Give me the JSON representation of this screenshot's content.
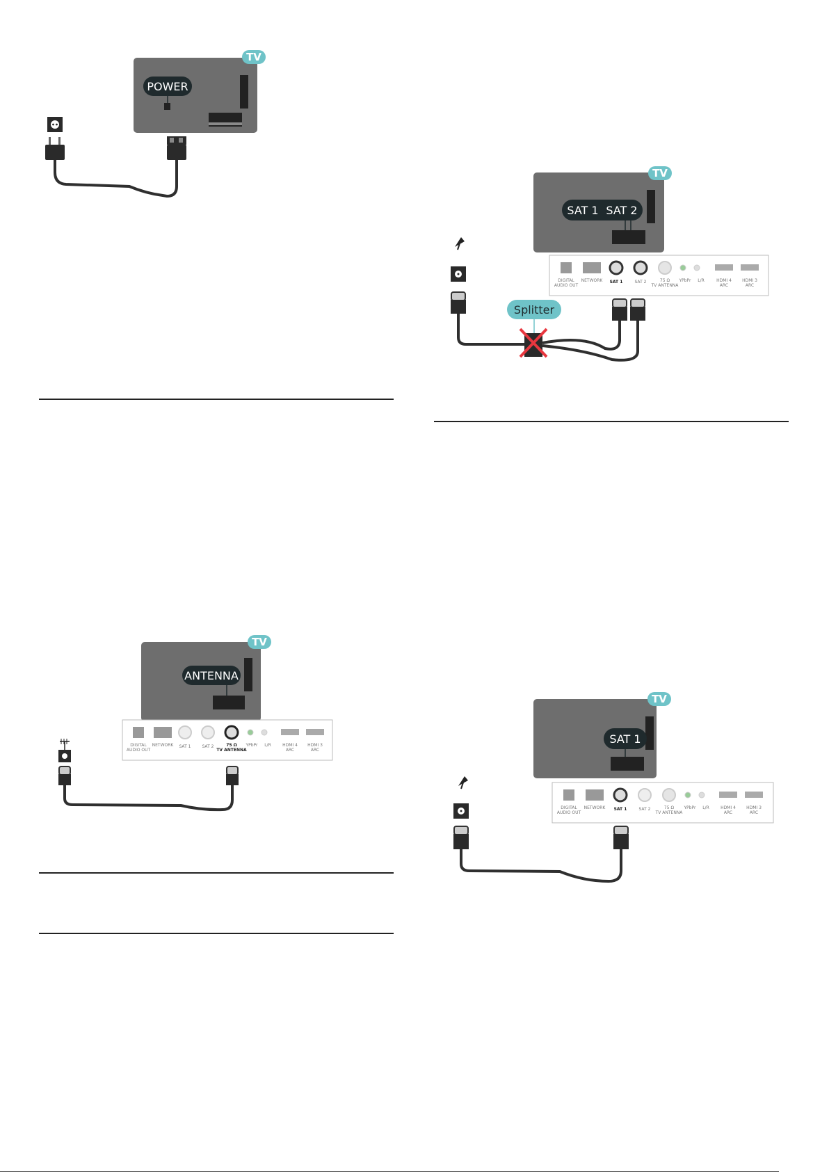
{
  "figures": {
    "power": {
      "tv_badge": "TV",
      "callout": "POWER"
    },
    "satellite_splitter": {
      "tv_badge": "TV",
      "callouts": [
        "SAT 1",
        "SAT 2"
      ],
      "splitter_label": "Splitter"
    },
    "antenna": {
      "tv_badge": "TV",
      "callout": "ANTENNA"
    },
    "satellite_single": {
      "tv_badge": "TV",
      "callout": "SAT 1"
    }
  },
  "port_panel": {
    "digital_audio_out": [
      "DIGITAL",
      "AUDIO OUT"
    ],
    "network": "NETWORK",
    "sat1": "SAT 1",
    "sat2": "SAT 2",
    "antenna_top": "75 Ω",
    "antenna_bottom": "TV ANTENNA",
    "ypbpr": "YPbPr",
    "lr": "L/R",
    "hdmi4": [
      "HDMI 4",
      "ARC"
    ],
    "hdmi3": [
      "HDMI 3",
      "ARC"
    ]
  },
  "colors": {
    "tv_body": "#6e6e6e",
    "dark": "#222222",
    "callout_bg": "#1f2a2d",
    "tv_badge": "#6fc3c8",
    "cable": "#2f2f2f",
    "cross": "#e8373f"
  }
}
